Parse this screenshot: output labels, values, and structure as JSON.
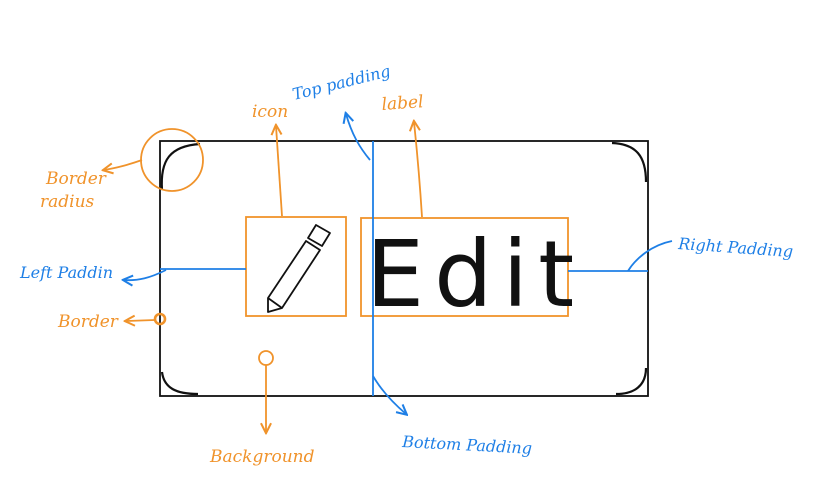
{
  "labels": {
    "icon": "icon",
    "top_padding": "Top padding",
    "label": "label",
    "border_radius_line1": "Border",
    "border_radius_line2": "radius",
    "left_padding": "Left Paddin",
    "border": "Border",
    "right_padding": "Right Padding",
    "background": "Background",
    "bottom_padding": "Bottom Padding"
  },
  "button": {
    "label_text": "Edit",
    "icon_name": "pencil-icon"
  },
  "colors": {
    "annotation_orange": "#f0932b",
    "annotation_blue": "#1e7fe6",
    "outline": "#111111"
  }
}
